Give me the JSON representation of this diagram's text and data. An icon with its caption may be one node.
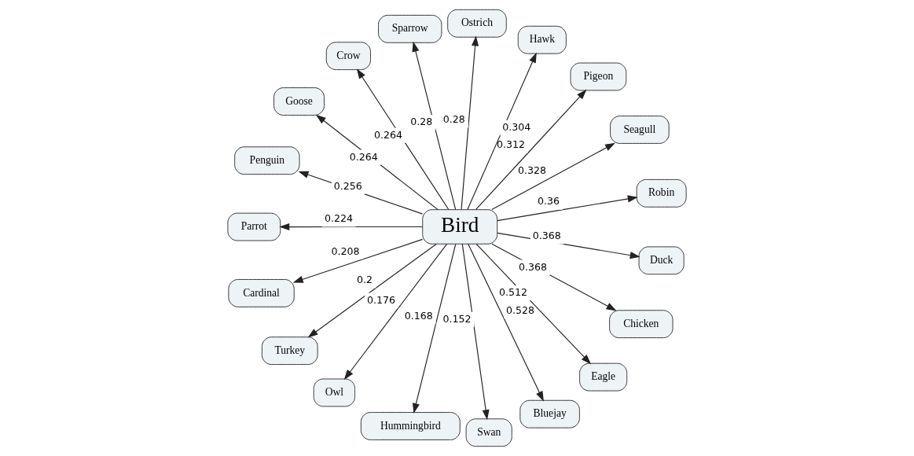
{
  "diagram": {
    "nodes": [
      {
        "text": [
          "Bird"
        ]
      },
      {
        "text": [
          "Robin"
        ]
      },
      {
        "text": [
          "Seagull"
        ]
      },
      {
        "text": [
          "Pigeon"
        ]
      },
      {
        "text": [
          "Hawk"
        ]
      },
      {
        "text": [
          "Ostrich"
        ]
      },
      {
        "text": [
          "Sparrow"
        ]
      },
      {
        "text": [
          "Crow"
        ]
      },
      {
        "text": [
          "Goose"
        ]
      },
      {
        "text": [
          "Penguin"
        ]
      },
      {
        "text": [
          "Parrot"
        ]
      },
      {
        "text": [
          "Cardinal"
        ]
      },
      {
        "text": [
          "Turkey"
        ]
      },
      {
        "text": [
          "Owl"
        ]
      },
      {
        "text": [
          "Hummingbird"
        ]
      },
      {
        "text": [
          "Swan"
        ]
      },
      {
        "text": [
          "Bluejay"
        ]
      },
      {
        "text": [
          "Eagle"
        ]
      },
      {
        "text": [
          "Chicken"
        ]
      },
      {
        "text": [
          "Duck"
        ]
      }
    ],
    "edges": [
      {
        "from": 0,
        "to": 1,
        "arrow": "to",
        "label": "0.36"
      },
      {
        "from": 0,
        "to": 2,
        "arrow": "to",
        "label": "0.328"
      },
      {
        "from": 0,
        "to": 3,
        "arrow": "to",
        "label": "0.312"
      },
      {
        "from": 0,
        "to": 4,
        "arrow": "to",
        "label": "0.304"
      },
      {
        "from": 0,
        "to": 5,
        "arrow": "to",
        "label": "0.28"
      },
      {
        "from": 0,
        "to": 6,
        "arrow": "to",
        "label": "0.28"
      },
      {
        "from": 0,
        "to": 7,
        "arrow": "to",
        "label": "0.264"
      },
      {
        "from": 0,
        "to": 8,
        "arrow": "to",
        "label": "0.264"
      },
      {
        "from": 0,
        "to": 9,
        "arrow": "to",
        "label": "0.256"
      },
      {
        "from": 0,
        "to": 10,
        "arrow": "to",
        "label": "0.224"
      },
      {
        "from": 0,
        "to": 11,
        "arrow": "to",
        "label": "0.208"
      },
      {
        "from": 0,
        "to": 12,
        "arrow": "to",
        "label": "0.2"
      },
      {
        "from": 0,
        "to": 13,
        "arrow": "to",
        "label": "0.176"
      },
      {
        "from": 0,
        "to": 14,
        "arrow": "to",
        "label": "0.168"
      },
      {
        "from": 0,
        "to": 15,
        "arrow": "to",
        "label": "0.152"
      },
      {
        "from": 0,
        "to": 16,
        "arrow": "to",
        "label": "0.528"
      },
      {
        "from": 0,
        "to": 17,
        "arrow": "to",
        "label": "0.512"
      },
      {
        "from": 0,
        "to": 18,
        "arrow": "to",
        "label": "0.368"
      },
      {
        "from": 0,
        "to": 19,
        "arrow": "to",
        "label": "0.368"
      }
    ]
  }
}
